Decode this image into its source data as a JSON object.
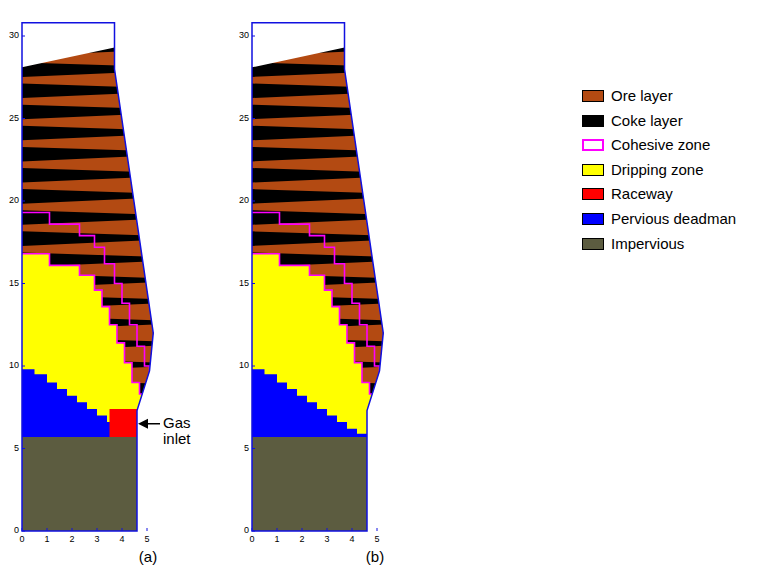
{
  "diagram": {
    "labels": [
      "30",
      "25",
      "20",
      "15",
      "10",
      "5",
      "0",
      "0",
      "1",
      "2",
      "3",
      "4",
      "5",
      "Gas inlet",
      "30",
      "25",
      "20",
      "15",
      "10",
      "5",
      "0",
      "0",
      "1",
      "2",
      "3",
      "4",
      "5",
      "(a)",
      "(b)"
    ],
    "legend": [
      {
        "text": "Ore layer",
        "color": "#b34a12"
      },
      {
        "text": "Coke layer",
        "color": "#000000"
      },
      {
        "text": "Cohesive zone"
      },
      {
        "text": "Dripping zone",
        "color": "#ffff00"
      },
      {
        "text": "Raceway",
        "color": "#ff0000"
      },
      {
        "text": "Pervious deadman",
        "color": "#0000ff"
      },
      {
        "text": "Impervious",
        "color": "#5c5c40"
      }
    ]
  }
}
